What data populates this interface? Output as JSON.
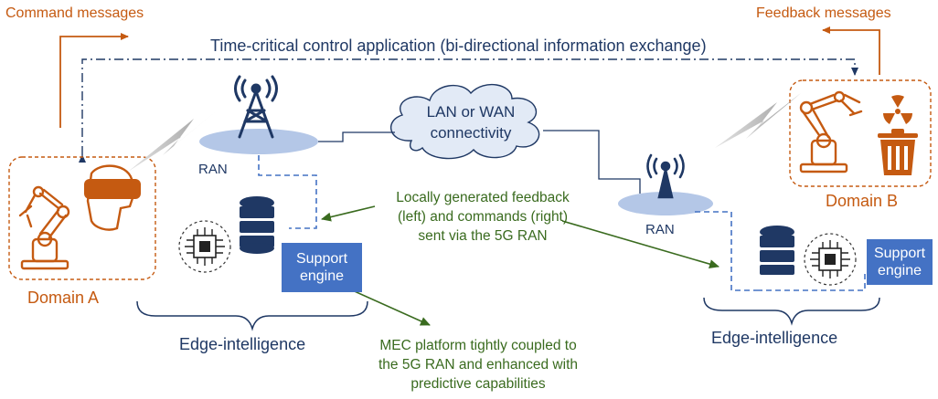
{
  "labels": {
    "command_messages": "Command messages",
    "feedback_messages": "Feedback messages",
    "time_critical": "Time-critical control application (bi-directional information exchange)",
    "cloud": [
      "LAN or WAN",
      "connectivity"
    ],
    "ran_left": "RAN",
    "ran_right": "RAN",
    "domain_a": "Domain A",
    "domain_b": "Domain B",
    "support_left": [
      "Support",
      "engine"
    ],
    "support_right": [
      "Support",
      "engine"
    ],
    "edge_left": "Edge-intelligence",
    "edge_right": "Edge-intelligence",
    "feedback_note": [
      "Locally generated feedback",
      "(left) and commands (right)",
      "sent via the 5G RAN"
    ],
    "mec_note": [
      "MEC platform tightly coupled to",
      "the 5G RAN and enhanced with",
      "predictive capabilities"
    ]
  },
  "icons": [
    "antenna-tower-icon",
    "antenna-small-icon",
    "robot-arm-icon",
    "vr-headset-icon",
    "database-icon",
    "ai-chip-icon",
    "radiation-icon",
    "trash-bin-icon",
    "lightning-icon",
    "cloud-icon"
  ],
  "colors": {
    "orange": "#c55a11",
    "navy": "#1f3864",
    "blue": "#4472c4",
    "green": "#3a6b1f",
    "ran_ellipse": "#b4c7e7"
  }
}
